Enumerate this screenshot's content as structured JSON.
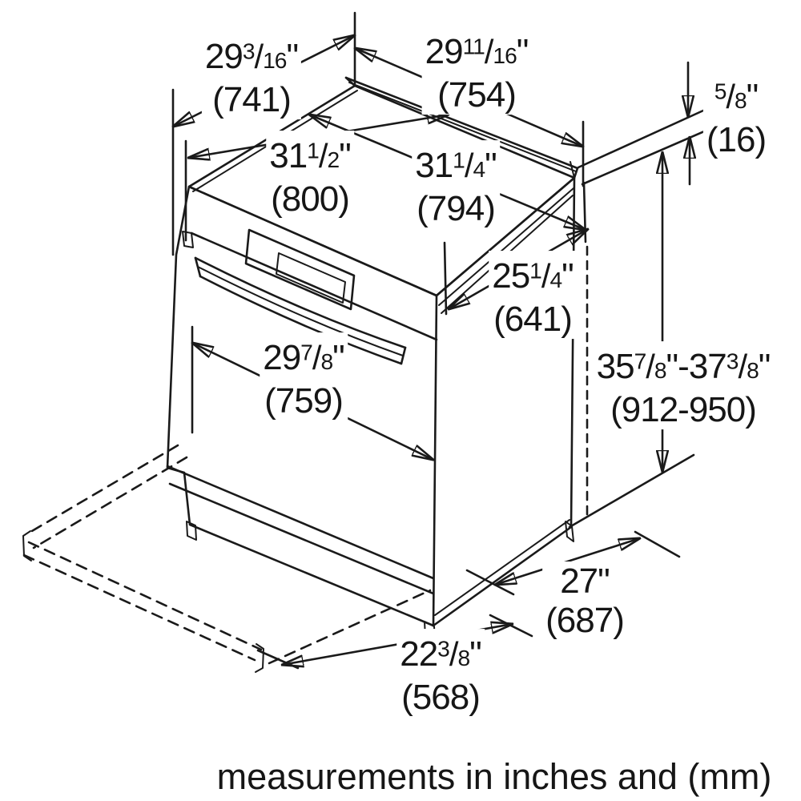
{
  "caption": "measurements in inches and (mm)",
  "fraction_slash": "/",
  "colors": {
    "line": "#1a1a1a",
    "background": "#ffffff"
  },
  "dimensions": {
    "counter_depth": {
      "whole": "29",
      "num": "3",
      "den": "16",
      "unit": "\"",
      "mm": "(741)"
    },
    "top_back_width": {
      "whole": "29",
      "num": "11",
      "den": "16",
      "unit": "\"",
      "mm": "(754)"
    },
    "backguard_height": {
      "num": "5",
      "den": "8",
      "unit": "\"",
      "mm": "(16)"
    },
    "overall_width": {
      "whole": "31",
      "num": "1",
      "den": "2",
      "unit": "\"",
      "mm": "(800)"
    },
    "cooktop_width": {
      "whole": "31",
      "num": "1",
      "den": "4",
      "unit": "\"",
      "mm": "(794)"
    },
    "top_depth": {
      "whole": "25",
      "num": "1",
      "den": "4",
      "unit": "\"",
      "mm": "(641)"
    },
    "door_width": {
      "whole": "29",
      "num": "7",
      "den": "8",
      "unit": "\"",
      "mm": "(759)"
    },
    "height_range": {
      "whole_min": "35",
      "num_min": "7",
      "den_min": "8",
      "unit_min": "\"",
      "separator": "-",
      "whole_max": "37",
      "num_max": "3",
      "den_max": "8",
      "unit_max": "\"",
      "mm": "(912-950)"
    },
    "base_depth": {
      "whole": "27",
      "unit": "\"",
      "mm": "(687)"
    },
    "cutout_width": {
      "whole": "22",
      "num": "3",
      "den": "8",
      "unit": "\"",
      "mm": "(568)"
    }
  }
}
